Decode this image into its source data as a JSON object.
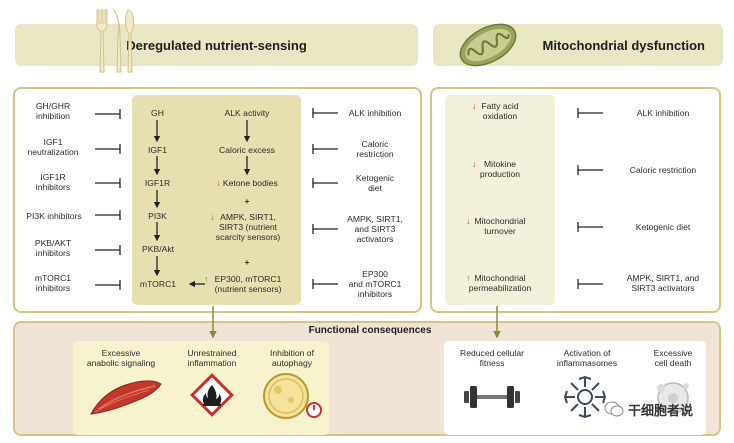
{
  "nutrient": {
    "title": "Deregulated nutrient-sensing",
    "inhibitors_left": [
      "GH/GHR\ninhibition",
      "IGF1\nneutralization",
      "IGF1R\ninhibitors",
      "PI3K inhibitors",
      "PKB/AKT\ninhibitors",
      "mTORC1\ninhibitors"
    ],
    "pathway_left": [
      "GH",
      "IGF1",
      "IGF1R",
      "PI3K",
      "PKB/Akt",
      "mTORC1"
    ],
    "pathway_right": {
      "alk": "ALK activity",
      "caloric": "Caloric excess",
      "ketone": "Ketone bodies",
      "ampk": "AMPK, SIRT1,\nSIRT3 (nutrient\nscarcity sensors)",
      "ep300": "EP300, mTORC1\n(nutrient sensors)",
      "plus": "+"
    },
    "inhibitors_right": [
      "ALK inhibition",
      "Caloric\nrestriction",
      "Ketogenic\ndiet",
      "AMPK, SIRT1,\nand SIRT3\nactivators",
      "EP300\nand mTORC1\ninhibitors"
    ]
  },
  "mito": {
    "title": "Mitochondrial dysfunction",
    "items": [
      "Fatty acid\noxidation",
      "Mitokine\nproduction",
      "Mitochondrial\nturnover",
      "Mitochondrial\npermeabilization"
    ],
    "interventions": [
      "ALK inhibition",
      "Caloric restriction",
      "Ketogenic diet",
      "AMPK, SIRT1, and\nSIRT3 activators"
    ]
  },
  "functional": {
    "title": "Functional consequences",
    "left": [
      "Excessive\nanabolic signaling",
      "Unrestrained\ninflammation",
      "Inhibition of\nautophagy"
    ],
    "right": [
      "Reduced cellular\nfitness",
      "Activation of\ninflammasomes",
      "Excessive\ncell death"
    ]
  },
  "watermark": "干细胞者说",
  "colors": {
    "panel_border": "#d6c57e",
    "header_fill": "#e9e6c3",
    "pathway_fill": "#e6e0b0",
    "functional_fill": "#efe4d6",
    "arrow_olive": "#8a8a3a",
    "down_red": "#c8322a",
    "up_green": "#3a8a2e"
  }
}
